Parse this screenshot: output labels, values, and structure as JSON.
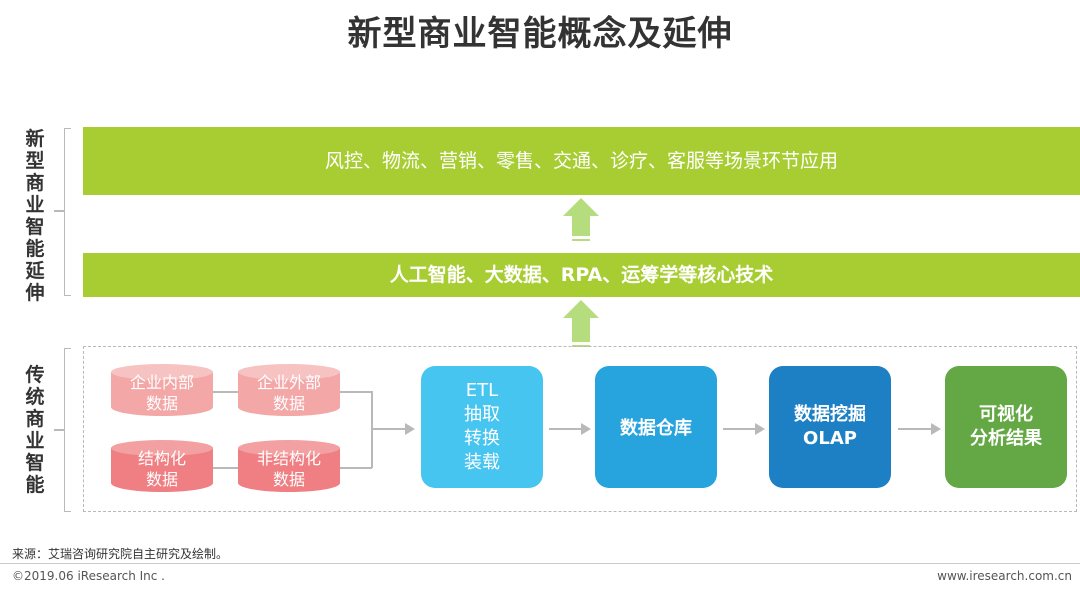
{
  "title": "新型商业智能概念及延伸",
  "left_labels": {
    "new_bi": "新型商业智能延伸",
    "traditional_bi": "传统商业智能"
  },
  "bars": {
    "applications": "风控、物流、营销、零售、交通、诊疗、客服等场景环节应用",
    "technologies": "人工智能、大数据、RPA、运筹学等核心技术"
  },
  "data_sources": [
    {
      "line1": "企业内部",
      "line2": "数据"
    },
    {
      "line1": "企业外部",
      "line2": "数据"
    },
    {
      "line1": "结构化",
      "line2": "数据"
    },
    {
      "line1": "非结构化",
      "line2": "数据"
    }
  ],
  "process_steps": {
    "etl": {
      "line1": "ETL",
      "line2": "抽取",
      "line3": "转换",
      "line4": "装载"
    },
    "data_warehouse": "数据仓库",
    "olap": {
      "line1": "数据挖掘",
      "line2": "OLAP"
    },
    "visualization": {
      "line1": "可视化",
      "line2": "分析结果"
    }
  },
  "footer": {
    "source": "来源：艾瑞咨询研究院自主研究及绘制。",
    "copyright": "©2019.06 iResearch Inc .",
    "website": "www.iresearch.com.cn"
  },
  "colors": {
    "green_bar": "#a8cd33",
    "arrow_green": "#b5dd7e",
    "cylinder_light": "#f3a7a7",
    "cylinder_dark": "#ef7f82",
    "etl": "#46c5f0",
    "data_warehouse": "#27a3dd",
    "olap": "#1d7fc4",
    "visualization": "#63a844"
  }
}
